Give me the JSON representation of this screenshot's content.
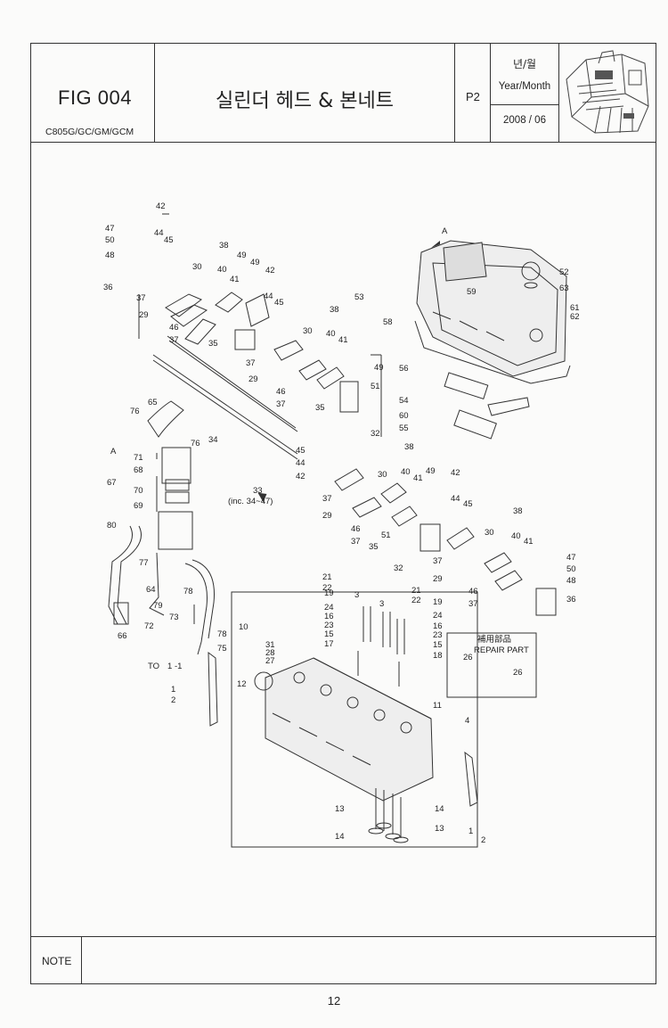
{
  "header": {
    "fig_no": "FIG 004",
    "models": "C805G/GC/GM/GCM",
    "title": "실린더 헤드 & 본네트",
    "page_code": "P2",
    "year_month_kr": "년/월",
    "year_month_en": "Year/Month",
    "date": "2008 / 06"
  },
  "diagram": {
    "ref_a": "A",
    "inc_note_num": "33",
    "inc_note": "(inc. 34~47)",
    "to_label": "TO",
    "to_circle": "1",
    "to_suffix": "-1",
    "repair_box_kr": "補用部品",
    "repair_box_en": "REPAIR PART",
    "callouts": [
      "1",
      "2",
      "3",
      "4",
      "10",
      "11",
      "12",
      "13",
      "14",
      "15",
      "16",
      "17",
      "18",
      "19",
      "21",
      "22",
      "23",
      "24",
      "26",
      "27",
      "28",
      "29",
      "30",
      "31",
      "32",
      "33",
      "34",
      "35",
      "36",
      "37",
      "38",
      "40",
      "41",
      "42",
      "44",
      "45",
      "46",
      "47",
      "48",
      "49",
      "50",
      "51",
      "52",
      "53",
      "54",
      "55",
      "56",
      "58",
      "59",
      "60",
      "61",
      "62",
      "63",
      "64",
      "65",
      "66",
      "67",
      "68",
      "69",
      "70",
      "71",
      "72",
      "73",
      "75",
      "76",
      "77",
      "78",
      "79",
      "80"
    ]
  },
  "footer": {
    "note_label": "NOTE",
    "page_number": "12"
  }
}
